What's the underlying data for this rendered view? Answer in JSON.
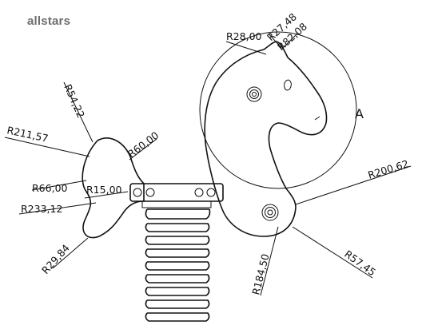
{
  "brand": "allstars",
  "marker": "A",
  "dimensions": {
    "r_28_00": "R28,00",
    "r_27_48": "R27,48",
    "r_82_08": "R82,08",
    "r_54_22": "R54,22",
    "r_211_57": "R211,57",
    "r_60_00": "R60,00",
    "r_66_00": "R66,00",
    "r_15_00": "R15,00",
    "r_233_12": "R233,12",
    "r_29_84": "R29,84",
    "r_200_62": "R200,62",
    "r_184_50": "R184,50",
    "r_57_45": "R57,45"
  }
}
